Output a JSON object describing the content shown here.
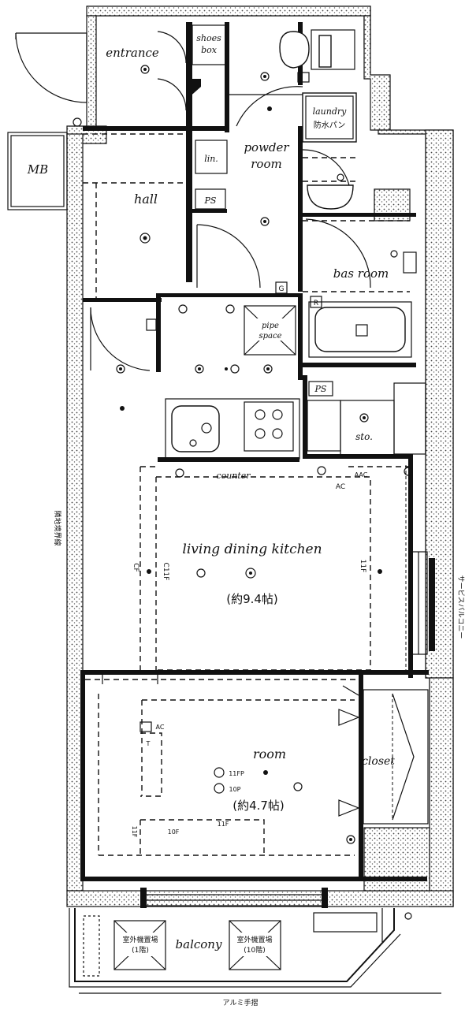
{
  "rooms": {
    "entrance": "entrance",
    "shoes_box": [
      "shoes",
      "box"
    ],
    "laundry": [
      "laundry",
      "防水パン"
    ],
    "powder_room": [
      "powder",
      "room"
    ],
    "lin": "lin.",
    "hall": "hall",
    "bathroom": "bas room",
    "living": "living dining kitchen",
    "living_area": "(約9.4帖)",
    "room": "room",
    "room_area": "(約4.7帖)",
    "closet": "closet",
    "sto": "sto.",
    "balcony": "balcony",
    "mb": "MB",
    "counter": "counter",
    "pipe_space": [
      "pipe",
      "space"
    ]
  },
  "marks": {
    "ps": "PS",
    "g": "G",
    "r": "R",
    "ac": "AC",
    "aac": "AAC",
    "cf": "CF",
    "c11f": "C11F",
    "f11": "11F",
    "fp11": "11FP",
    "p10": "10P",
    "f10": "10F",
    "f11b": "11F",
    "f11c": "11F",
    "t": "T"
  },
  "notes": {
    "left_wall": "隣地境界線",
    "right_window": "サービスバルコニー",
    "bottom_rail": "アルミ手摺",
    "outdoor_unit_1": [
      "室外機置場",
      "(1階)"
    ],
    "outdoor_unit_2": [
      "室外機置場",
      "(10階)"
    ]
  }
}
